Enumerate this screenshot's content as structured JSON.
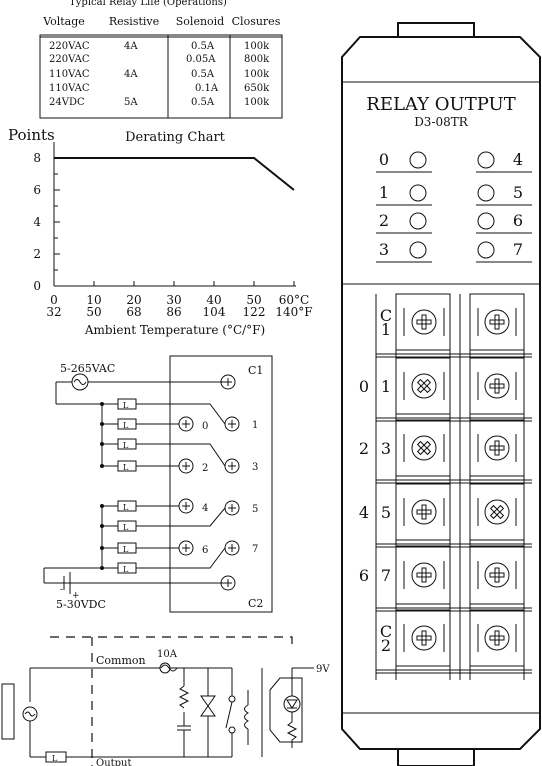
{
  "relay_life_table": {
    "title": "Typical Relay Life (Operations)",
    "headers": [
      "Voltage",
      "Resistive",
      "Solenoid",
      "Closures"
    ],
    "rows": [
      [
        "220VAC",
        "4A",
        "0.5A",
        "100k"
      ],
      [
        "220VAC",
        "",
        "0.05A",
        "800k"
      ],
      [
        "110VAC",
        "4A",
        "0.5A",
        "100k"
      ],
      [
        "110VAC",
        "",
        "0.1A",
        "650k"
      ],
      [
        "24VDC",
        "5A",
        "0.5A",
        "100k"
      ]
    ]
  },
  "chart_data": {
    "type": "line",
    "title": "Derating Chart",
    "ylabel": "Points",
    "xlabel": "Ambient Temperature (°C/°F)",
    "x_ticks_c": [
      "0",
      "10",
      "20",
      "30",
      "40",
      "50",
      "60°C"
    ],
    "x_ticks_f": [
      "32",
      "50",
      "68",
      "86",
      "104",
      "122",
      "140°F"
    ],
    "y_ticks": [
      "0",
      "2",
      "4",
      "6",
      "8"
    ],
    "xlim": [
      0,
      60
    ],
    "ylim": [
      0,
      8
    ],
    "series": [
      {
        "x": [
          0,
          50,
          60
        ],
        "values": [
          8,
          8,
          6
        ]
      }
    ]
  },
  "wiring": {
    "ac_supply": "5-265VAC",
    "dc_supply": "5-30VDC",
    "load": "L",
    "common_top": "C1",
    "common_bottom": "C2",
    "terminals": [
      "0",
      "1",
      "2",
      "3",
      "4",
      "5",
      "6",
      "7"
    ],
    "dc_minus": "-",
    "dc_plus": "+"
  },
  "circuit": {
    "common": "Common",
    "fuse": "10A",
    "voltage": "9V",
    "load": "L",
    "output": "Output"
  },
  "module": {
    "title": "RELAY OUTPUT",
    "model": "D3-08TR",
    "led_left": [
      "0",
      "1",
      "2",
      "3"
    ],
    "led_right": [
      "4",
      "5",
      "6",
      "7"
    ],
    "terminal_labels": [
      {
        "left": "",
        "inner": "C\n1"
      },
      {
        "left": "0",
        "inner": "1"
      },
      {
        "left": "2",
        "inner": "3"
      },
      {
        "left": "4",
        "inner": "5"
      },
      {
        "left": "6",
        "inner": "7"
      },
      {
        "left": "",
        "inner": "C\n2"
      }
    ]
  }
}
